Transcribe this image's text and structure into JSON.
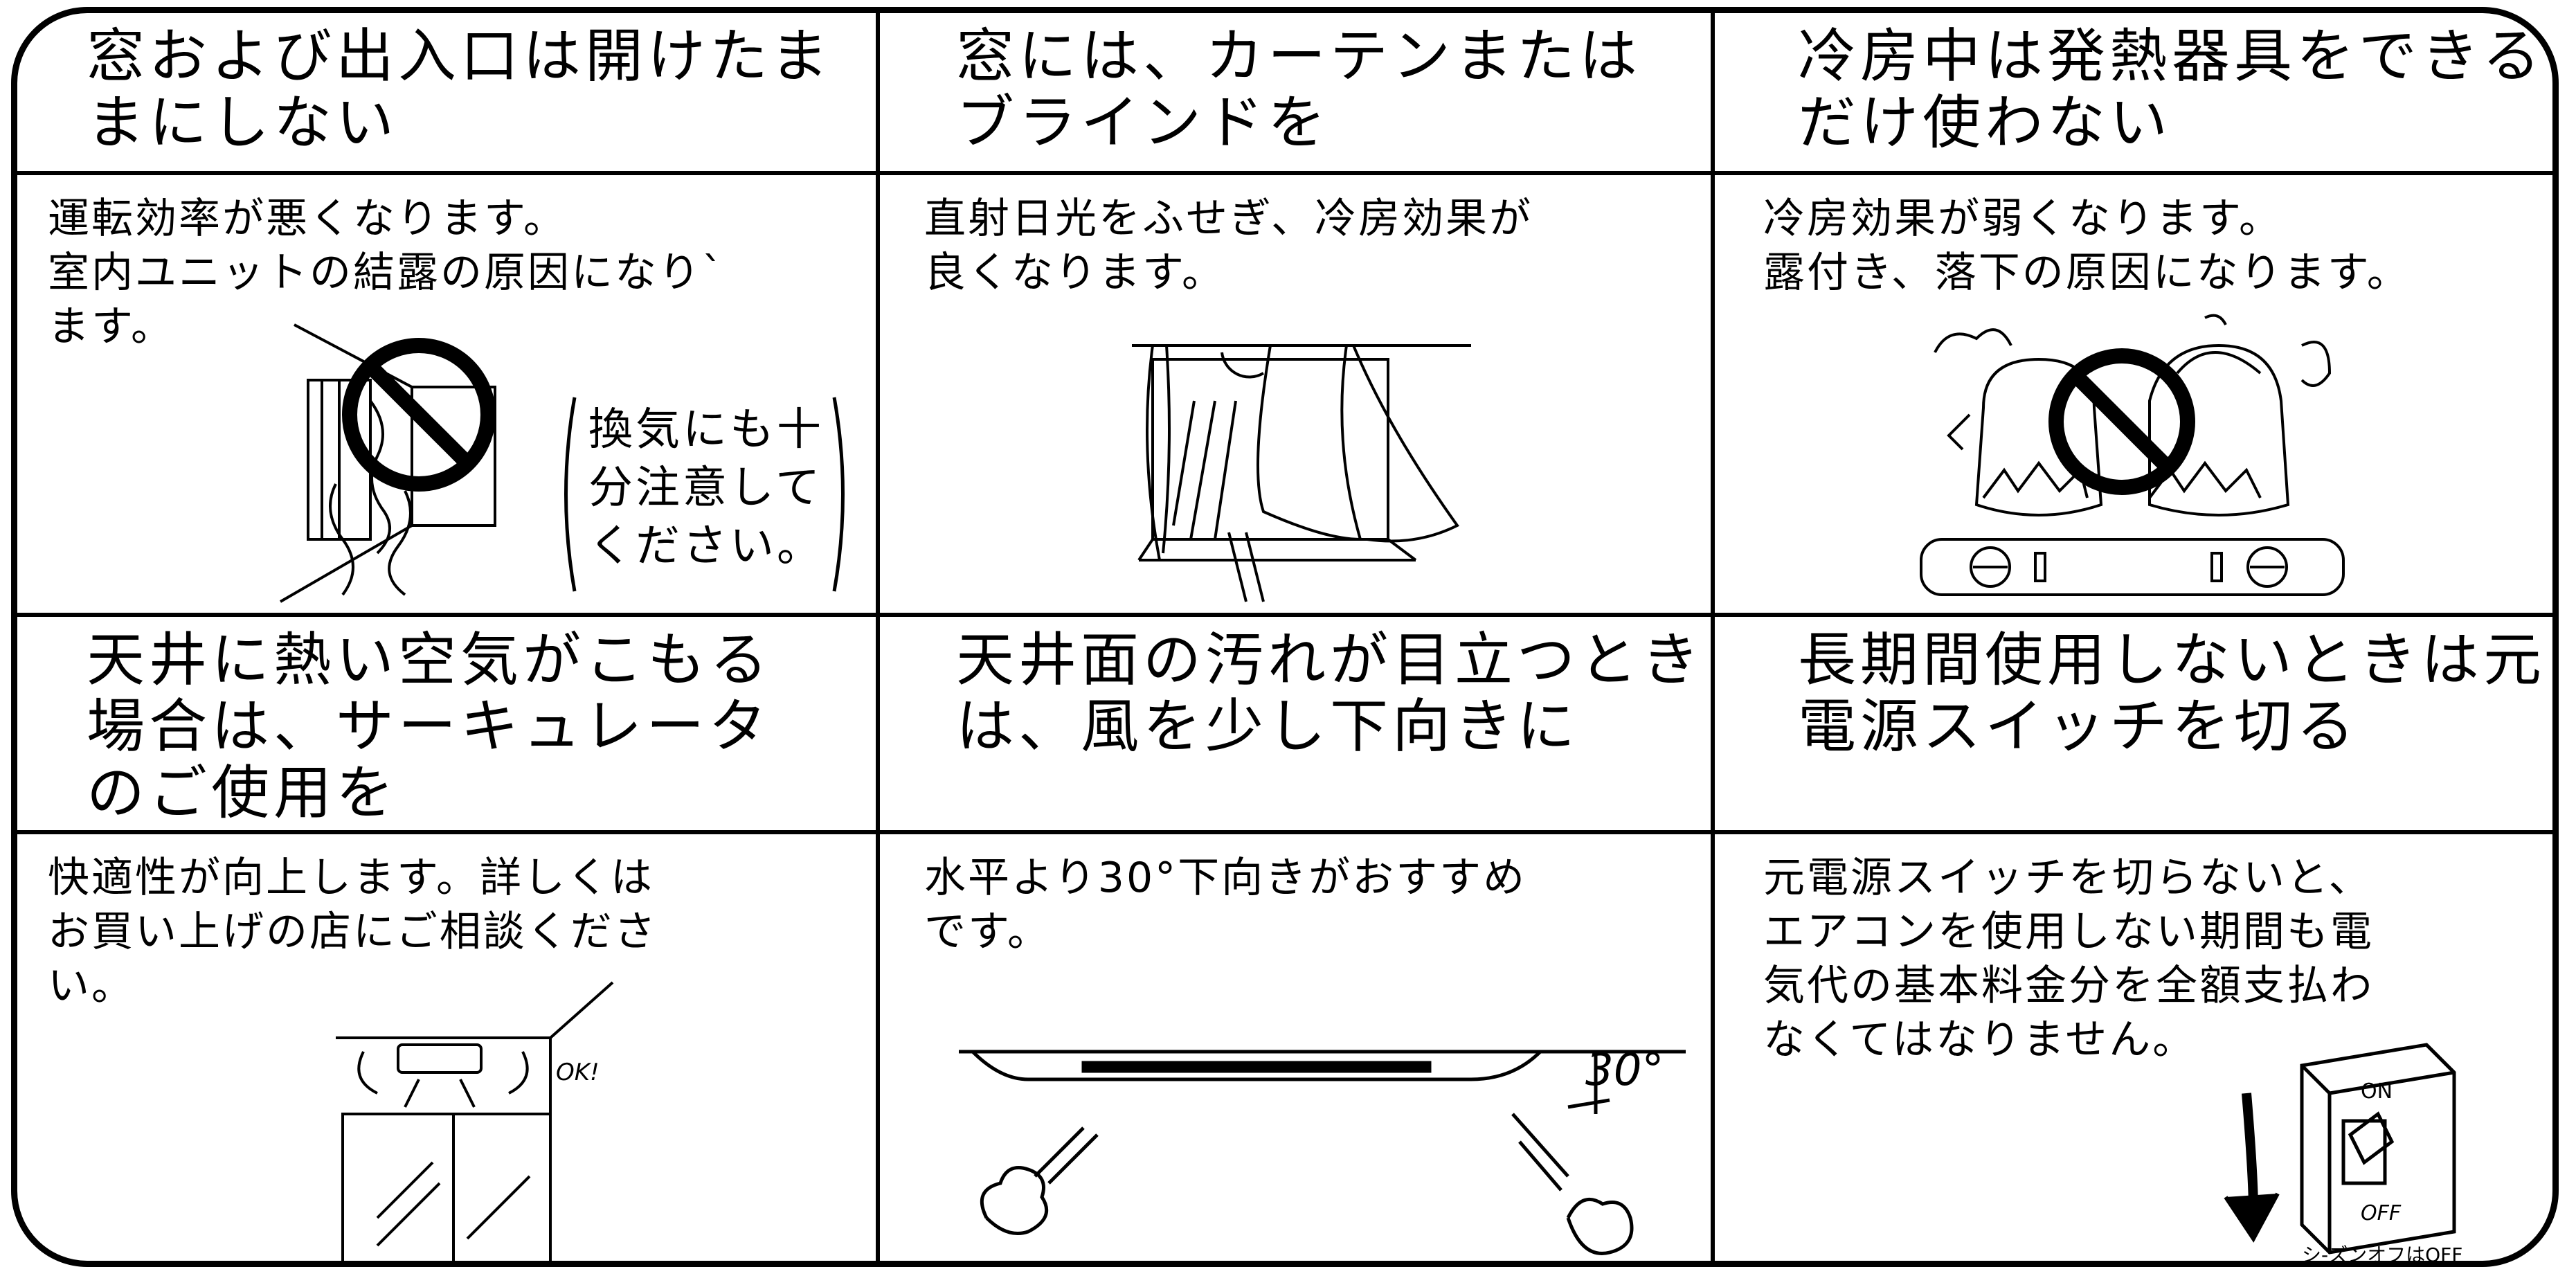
{
  "headers": {
    "r1c1": [
      "窓および出入口は開けたま",
      "まにしない"
    ],
    "r1c2": [
      "窓には、カーテンまたは",
      "ブラインドを"
    ],
    "r1c3": [
      "冷房中は発熱器具をできる",
      "だけ使わない"
    ],
    "r2c1": [
      "天井に熱い空気がこもる",
      "場合は、サーキュレータ",
      "のご使用を"
    ],
    "r2c2": [
      "天井面の汚れが目立つとき",
      "は、風を少し下向きに"
    ],
    "r2c3": [
      "長期間使用しないときは元",
      "電源スイッチを切る"
    ]
  },
  "bodies": {
    "r1c1": [
      "運転効率が悪くなります。",
      "室内ユニットの結露の原因になり`",
      "ます。"
    ],
    "r1c2": [
      "直射日光をふせぎ、冷房効果が",
      "良くなります。"
    ],
    "r1c3": [
      "冷房効果が弱くなります。",
      "露付き、落下の原因になります。"
    ],
    "r2c1": [
      "快適性が向上します。詳しくは",
      "お買い上げの店にご相談くださ",
      "い。"
    ],
    "r2c2": [
      "水平より30°下向きがおすすめ",
      "です。"
    ],
    "r2c3": [
      "元電源スイッチを切らないと、",
      "エアコンを使用しない期間も電",
      "気代の基本料金分を全額支払わ",
      "なくてはなりません。"
    ]
  },
  "notes": {
    "ventilation": [
      "換気にも十",
      "分注意して",
      "ください。"
    ]
  },
  "labels": {
    "ok": "OK!",
    "angle": "30°",
    "switch_on": "ON",
    "switch_off": "OFF",
    "season_off": "シ-ズンオフはOFF"
  }
}
